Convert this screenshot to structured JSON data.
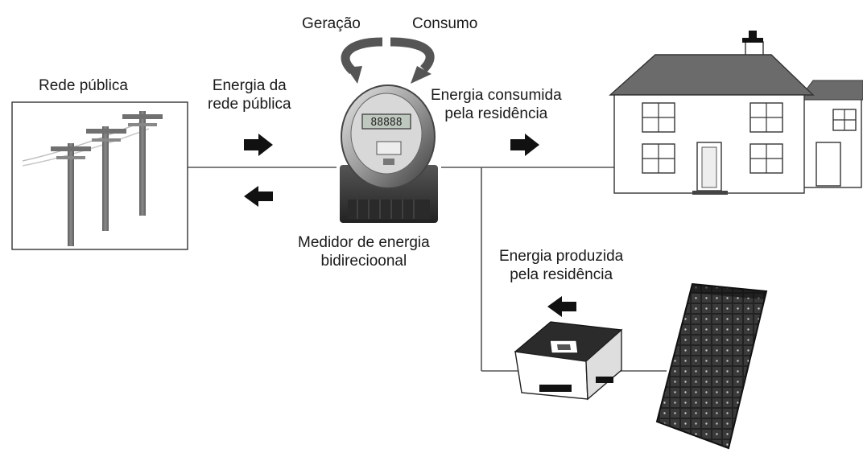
{
  "labels": {
    "rede_publica": "Rede pública",
    "energia_rede_1": "Energia da",
    "energia_rede_2": "rede pública",
    "geracao": "Geração",
    "consumo": "Consumo",
    "consumida_1": "Energia consumida",
    "consumida_2": "pela residência",
    "medidor_1": "Medidor de energia",
    "medidor_2": "bidirecioonal",
    "produzida_1": "Energia produzida",
    "produzida_2": "pela residência"
  },
  "colors": {
    "line": "#555555",
    "arrow": "#111111",
    "roof": "#6b6b6b",
    "pole": "#7a7a7a",
    "panel": "#1e1e1e"
  },
  "icons": [
    "utility-pole-icon",
    "electric-meter-icon",
    "house-icon",
    "inverter-icon",
    "solar-panel-icon",
    "cycle-arrow-icon"
  ]
}
